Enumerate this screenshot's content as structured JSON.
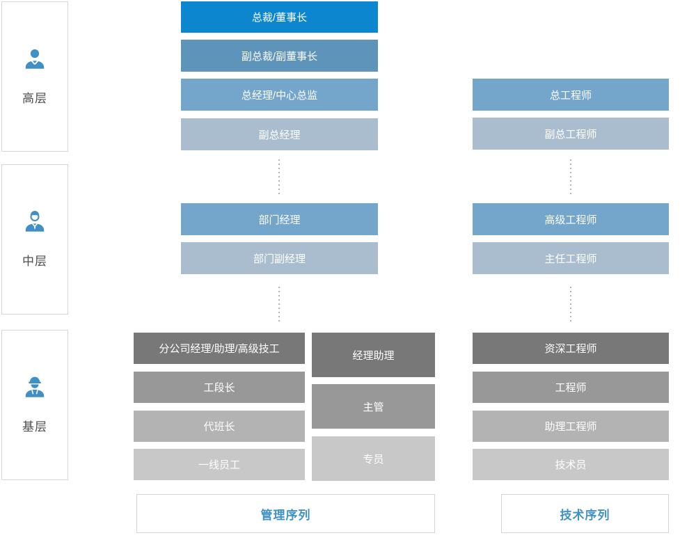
{
  "palette": {
    "level1_blue": "#0c86cf",
    "level2_blue": "#5e93ba",
    "level3_blue": "#73a6ca",
    "level4_blue": "#a9bdcf",
    "dark_gray": "#787878",
    "mid_gray": "#989898",
    "light_gray": "#b3b3b3",
    "lighter_gray": "#c8c8c8",
    "icon_blue": "#4190c5",
    "accent_text_blue": "#3f92c6",
    "side_text": "#4c4c4c",
    "box_border": "#d6d6d6",
    "dotted_line": "#b3b3b3"
  },
  "sidebar": {
    "levels": [
      {
        "label": "高层",
        "icon": "executive-icon"
      },
      {
        "label": "中层",
        "icon": "manager-icon"
      },
      {
        "label": "基层",
        "icon": "worker-icon"
      }
    ]
  },
  "management": {
    "senior": [
      "总裁/董事长",
      "副总裁/副董事长",
      "总经理/中心总监",
      "副总经理"
    ],
    "middle": [
      "部门经理",
      "部门副经理"
    ],
    "base_left": [
      "分公司经理/助理/高级技工",
      "工段长",
      "代班长",
      "一线员工"
    ],
    "base_right": [
      "经理助理",
      "主管",
      "专员"
    ],
    "footer": "管理序列"
  },
  "technical": {
    "senior": [
      "总工程师",
      "副总工程师"
    ],
    "middle": [
      "高级工程师",
      "主任工程师"
    ],
    "base": [
      "资深工程师",
      "工程师",
      "助理工程师",
      "技术员"
    ],
    "footer": "技术序列"
  }
}
